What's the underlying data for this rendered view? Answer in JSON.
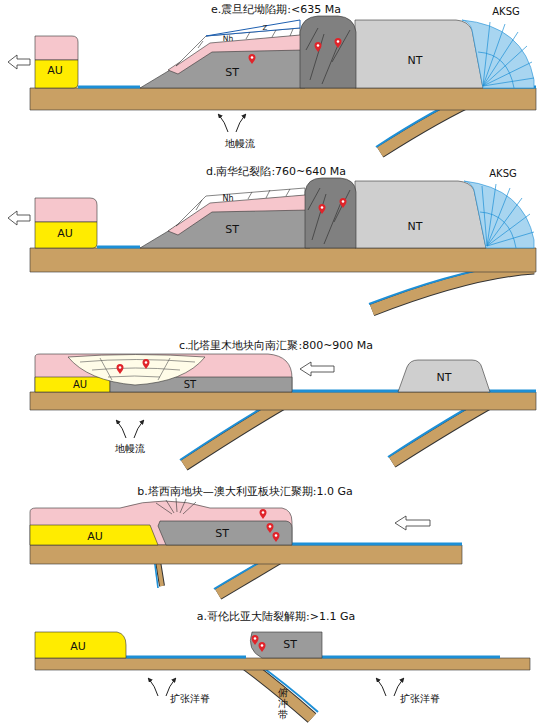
{
  "diagram": {
    "nodes": [
      {
        "text": [
          "AU"
        ]
      },
      {
        "text": [
          "ST"
        ]
      },
      {
        "text": [
          "NT"
        ]
      },
      {
        "text": [
          "AKSG"
        ]
      },
      {
        "text": [
          "AU"
        ]
      },
      {
        "text": [
          "ST"
        ]
      },
      {
        "text": [
          "NT"
        ]
      },
      {
        "text": [
          "AKSG"
        ]
      },
      {
        "text": [
          "AU"
        ]
      },
      {
        "text": [
          "ST"
        ]
      },
      {
        "text": [
          "NT"
        ]
      },
      {
        "text": [
          "AU"
        ]
      },
      {
        "text": [
          "ST"
        ]
      },
      {
        "text": [
          "AU"
        ]
      },
      {
        "text": [
          "ST"
        ]
      }
    ],
    "labels": [
      "e.震旦纪坳陷期:<635 Ma",
      "Nh",
      "Z",
      "地幔流",
      "d.南华纪裂陷:760~640 Ma",
      "Nh",
      "c.北塔里木地块向南汇聚:800~900 Ma",
      "地幔流",
      "b.塔西南地块—澳大利亚板块汇聚期:1.0 Ga",
      "a.哥伦比亚大陆裂解期:>1.1 Ga",
      "扩张洋脊",
      "俯 冲 带",
      "扩张洋脊"
    ]
  }
}
